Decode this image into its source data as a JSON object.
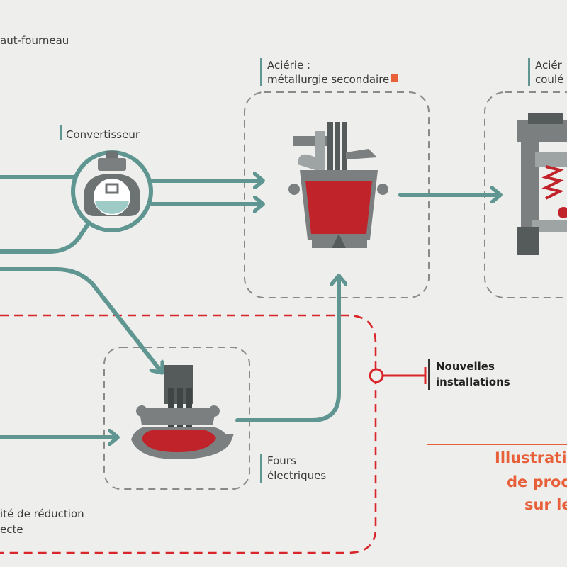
{
  "labels": {
    "haut_fourneau": "aut-fourneau",
    "convertisseur": "Convertisseur",
    "acierie_secondaire_l1": "Aciérie :",
    "acierie_secondaire_l2": "métallurgie secondaire",
    "acierie_coulee_l1": "Aciér",
    "acierie_coulee_l2": "coulé",
    "fours_l1": "Fours",
    "fours_l2": "électriques",
    "reduction_l1": "ité de réduction",
    "reduction_l2": "ecte",
    "nouvelles_l1": "Nouvelles",
    "nouvelles_l2": "installations"
  },
  "title": {
    "line1": "Illustrati",
    "line2": "de proc",
    "line3": "sur le"
  },
  "colors": {
    "teal": "#5f9691",
    "red": "#d9262b",
    "orange_title": "#e8603a",
    "gray_dash": "#8a8a8a",
    "machine_gray": "#7b7f80",
    "molten": "#c0232a",
    "background": "#eeeeec"
  }
}
